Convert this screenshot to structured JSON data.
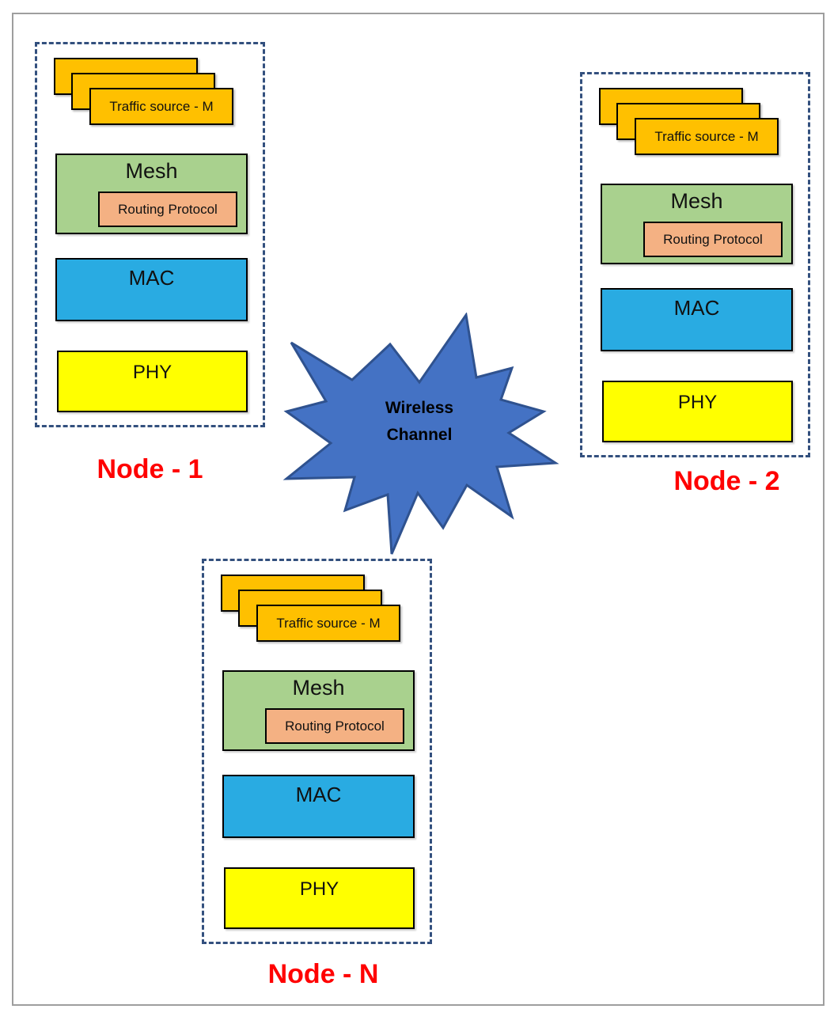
{
  "wireless_channel": {
    "line1": "Wireless",
    "line2": "Channel"
  },
  "nodes": [
    {
      "label": "Node - 1",
      "traffic_source": "Traffic source - M",
      "mesh_label": "Mesh",
      "routing_label": "Routing Protocol",
      "mac_label": "MAC",
      "phy_label": "PHY"
    },
    {
      "label": "Node - 2",
      "traffic_source": "Traffic source - M",
      "mesh_label": "Mesh",
      "routing_label": "Routing Protocol",
      "mac_label": "MAC",
      "phy_label": "PHY"
    },
    {
      "label": "Node - N",
      "traffic_source": "Traffic source - M",
      "mesh_label": "Mesh",
      "routing_label": "Routing Protocol",
      "mac_label": "MAC",
      "phy_label": "PHY"
    }
  ],
  "colors": {
    "traffic_fill": "#FFC000",
    "mesh_fill": "#A9D18E",
    "routing_fill": "#F4B183",
    "mac_fill": "#29ABE2",
    "phy_fill": "#FFFF00",
    "star_fill": "#4472C4",
    "star_stroke": "#2F528F",
    "node_label": "#FF0000",
    "dashed_border": "#33507E",
    "page_border": "#9E9E9E"
  }
}
